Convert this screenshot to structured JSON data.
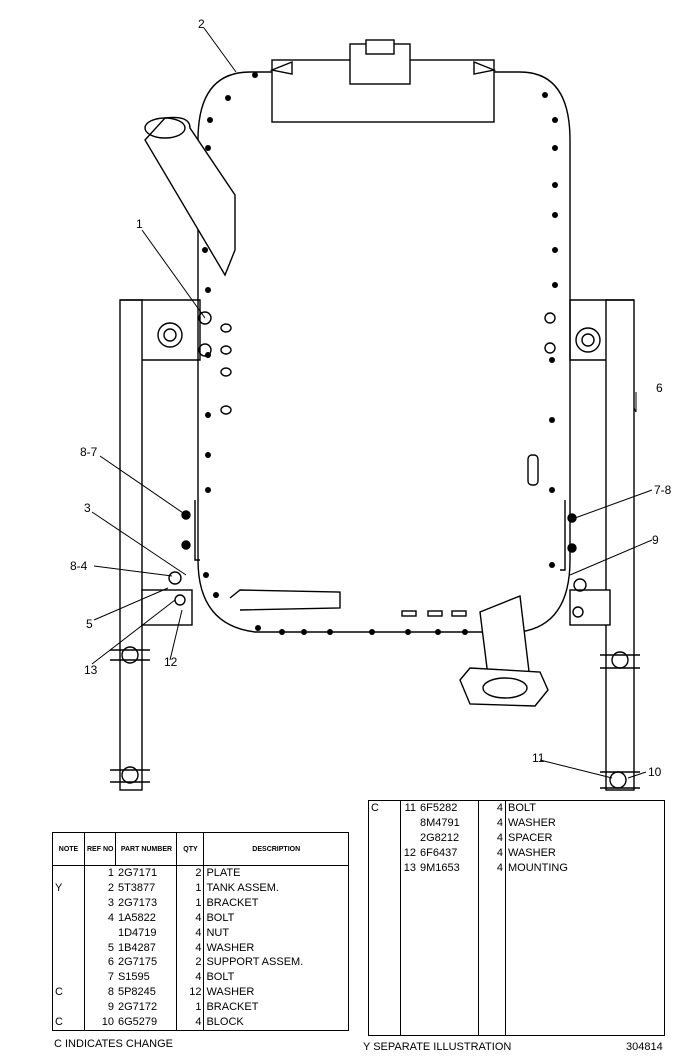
{
  "callouts": [
    "2",
    "1",
    "6",
    "8-7",
    "3",
    "8-4",
    "5",
    "13",
    "12",
    "7-8",
    "9",
    "11",
    "10"
  ],
  "left_table": {
    "headers": {
      "note": "NOTE",
      "ref_no": "REF NO",
      "part_number": "PART NUMBER",
      "qty": "QTY",
      "description": "DESCRIPTION"
    },
    "rows": [
      {
        "note": "",
        "ref": "1",
        "part": "2G7171",
        "qty": "2",
        "desc": "PLATE"
      },
      {
        "note": "Y",
        "ref": "2",
        "part": "5T3877",
        "qty": "1",
        "desc": "TANK ASSEM."
      },
      {
        "note": "",
        "ref": "3",
        "part": "2G7173",
        "qty": "1",
        "desc": "BRACKET"
      },
      {
        "note": "",
        "ref": "4",
        "part": "1A5822",
        "qty": "4",
        "desc": "BOLT"
      },
      {
        "note": "",
        "ref": "",
        "part": "1D4719",
        "qty": "4",
        "desc": "NUT"
      },
      {
        "note": "",
        "ref": "5",
        "part": "1B4287",
        "qty": "4",
        "desc": "WASHER"
      },
      {
        "note": "",
        "ref": "6",
        "part": "2G7175",
        "qty": "2",
        "desc": "SUPPORT ASSEM."
      },
      {
        "note": "",
        "ref": "7",
        "part": "S1595",
        "qty": "4",
        "desc": "BOLT"
      },
      {
        "note": "C",
        "ref": "8",
        "part": "5P8245",
        "qty": "12",
        "desc": "WASHER"
      },
      {
        "note": "",
        "ref": "9",
        "part": "2G7172",
        "qty": "1",
        "desc": "BRACKET"
      },
      {
        "note": "C",
        "ref": "10",
        "part": "6G5279",
        "qty": "4",
        "desc": "BLOCK"
      }
    ]
  },
  "right_table": {
    "rows": [
      {
        "note": "C",
        "ref": "11",
        "part": "6F5282",
        "qty": "4",
        "desc": "BOLT"
      },
      {
        "note": "",
        "ref": "",
        "part": "8M4791",
        "qty": "4",
        "desc": "WASHER"
      },
      {
        "note": "",
        "ref": "",
        "part": "2G8212",
        "qty": "4",
        "desc": "SPACER"
      },
      {
        "note": "",
        "ref": "12",
        "part": "6F6437",
        "qty": "4",
        "desc": "WASHER"
      },
      {
        "note": "",
        "ref": "13",
        "part": "9M1653",
        "qty": "4",
        "desc": "MOUNTING"
      }
    ]
  },
  "footer": {
    "change_note": "C   INDICATES CHANGE",
    "separate_note": "Y   SEPARATE ILLUSTRATION",
    "illustration_number": "304814"
  }
}
